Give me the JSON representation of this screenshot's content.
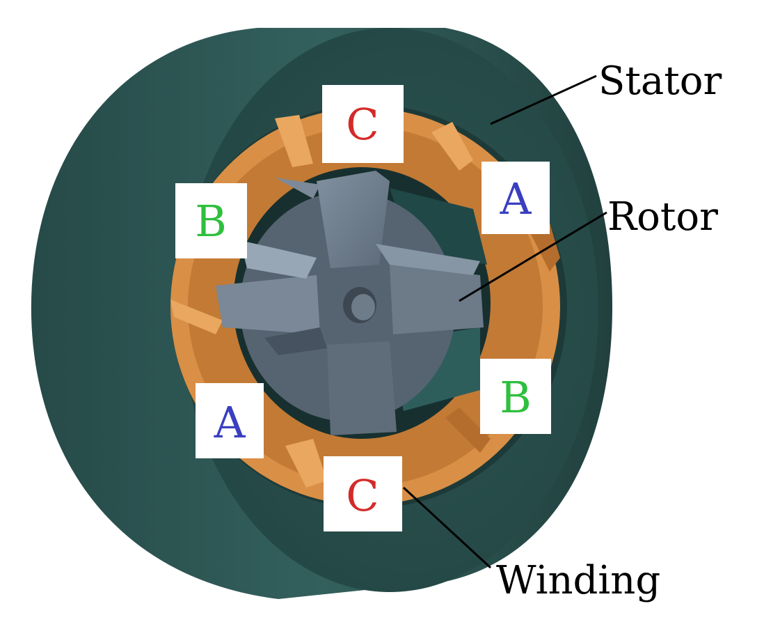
{
  "callouts": {
    "stator": "Stator",
    "rotor": "Rotor",
    "winding": "Winding"
  },
  "phase_labels": {
    "top_c": "C",
    "upper_right_a": "A",
    "left_b": "B",
    "right_b": "B",
    "lower_left_a": "A",
    "bottom_c": "C"
  },
  "colors": {
    "stator": "#2f5856",
    "stator_dark": "#1f3f3d",
    "winding": "#d98f45",
    "rotor": "#6f7d8b",
    "phase_a": "#3a3fc0",
    "phase_b": "#2fbf3f",
    "phase_c": "#d42a2a"
  }
}
